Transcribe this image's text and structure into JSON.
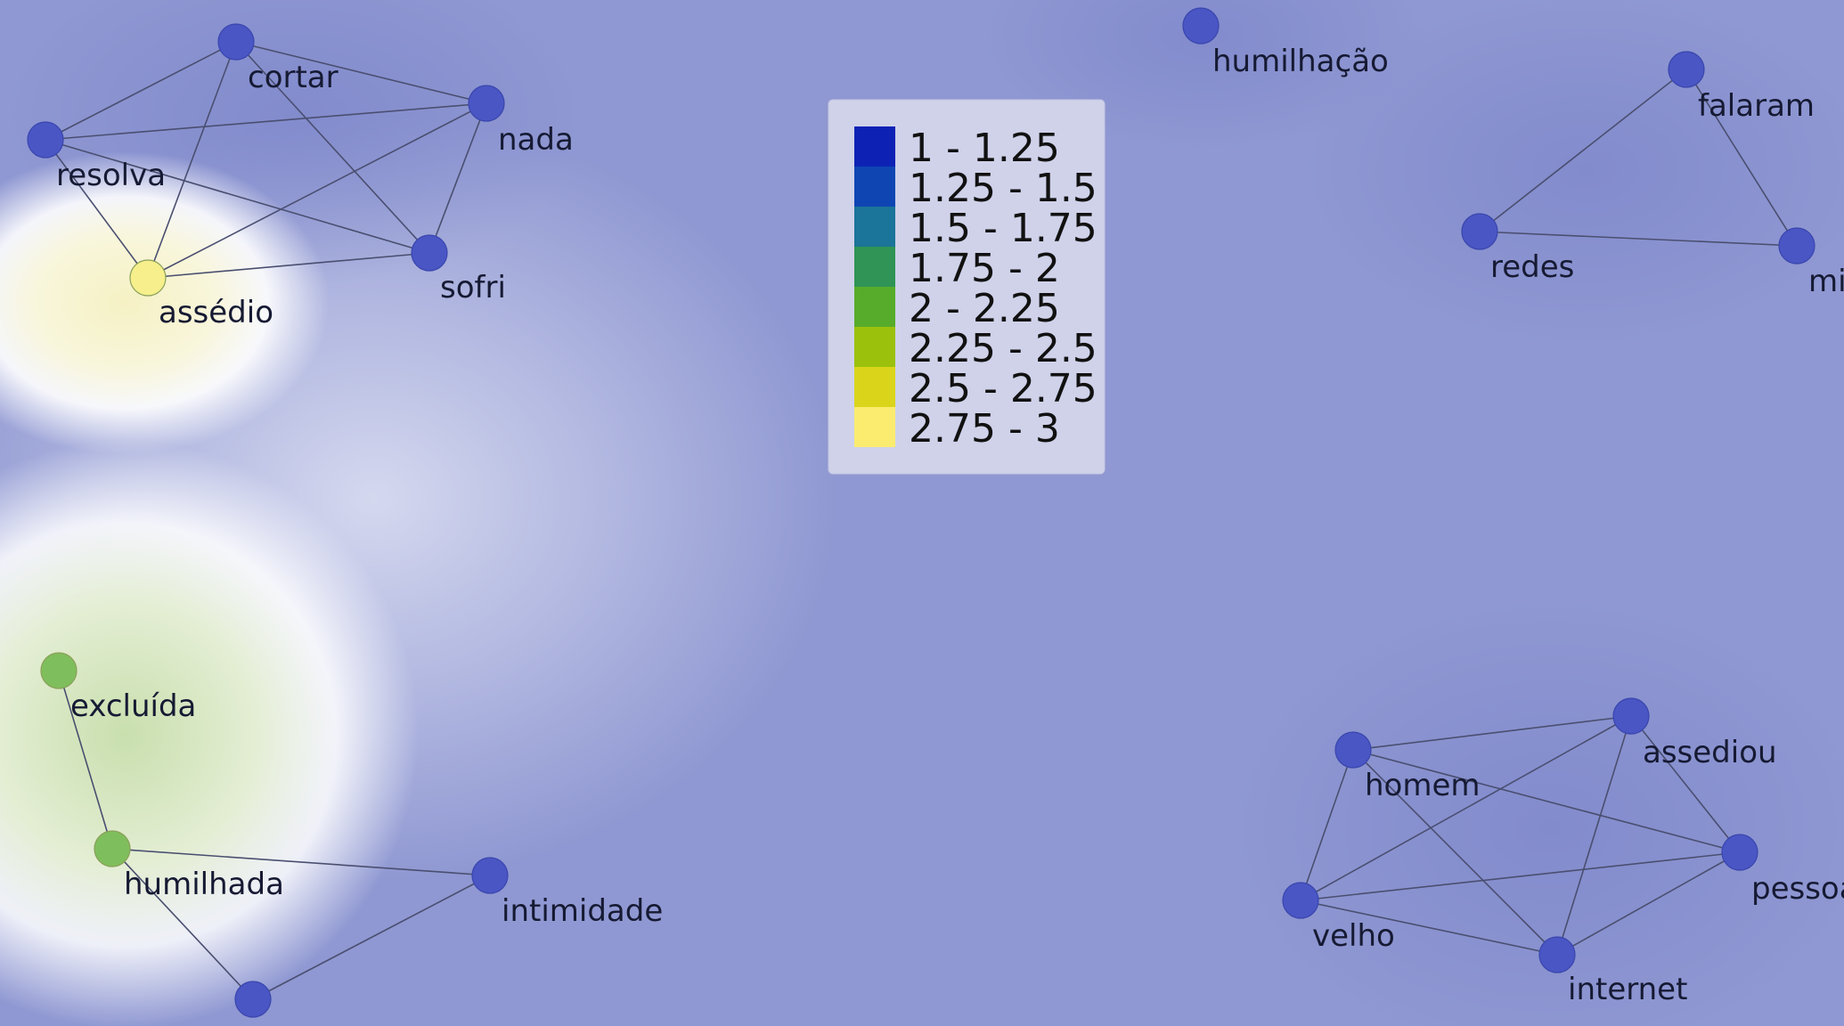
{
  "colors": {
    "background": "#8f98d2",
    "node_default": "#4956c4",
    "node_stroke": "#3a46ad",
    "edge": "#4a4f70"
  },
  "legend": {
    "entries": [
      {
        "label": "1 - 1.25",
        "color": "#0d22b5"
      },
      {
        "label": "1.25 - 1.5",
        "color": "#0e45b3"
      },
      {
        "label": "1.5 - 1.75",
        "color": "#1b7499"
      },
      {
        "label": "1.75 - 2",
        "color": "#2f9455"
      },
      {
        "label": "2 - 2.25",
        "color": "#58ac2b"
      },
      {
        "label": "2.25 - 2.5",
        "color": "#9bc10c"
      },
      {
        "label": "2.5 - 2.75",
        "color": "#dad51b"
      },
      {
        "label": "2.75 - 3",
        "color": "#fbec70"
      }
    ]
  },
  "nodes": {
    "cortar": {
      "label": "cortar"
    },
    "nada": {
      "label": "nada"
    },
    "resolva": {
      "label": "resolva"
    },
    "sofri": {
      "label": "sofri"
    },
    "assedio": {
      "label": "assédio",
      "color": "#f6ef8c"
    },
    "humilhacao": {
      "label": "humilhação"
    },
    "falaram": {
      "label": "falaram"
    },
    "redes": {
      "label": "redes"
    },
    "mi": {
      "label": "mi"
    },
    "excluida": {
      "label": "excluída",
      "color": "#7fbe5c"
    },
    "humilhada": {
      "label": "humilhada",
      "color": "#7fbe5c"
    },
    "intimidade": {
      "label": "intimidade"
    },
    "bottom_node": {
      "label": ""
    },
    "homem": {
      "label": "homem"
    },
    "assediou": {
      "label": "assediou"
    },
    "pessoa": {
      "label": "pessoa"
    },
    "velho": {
      "label": "velho"
    },
    "internet": {
      "label": "internet"
    }
  },
  "edges": [
    [
      "cortar",
      "resolva"
    ],
    [
      "cortar",
      "nada"
    ],
    [
      "cortar",
      "assedio"
    ],
    [
      "cortar",
      "sofri"
    ],
    [
      "resolva",
      "nada"
    ],
    [
      "resolva",
      "sofri"
    ],
    [
      "resolva",
      "assedio"
    ],
    [
      "nada",
      "assedio"
    ],
    [
      "nada",
      "sofri"
    ],
    [
      "assedio",
      "sofri"
    ],
    [
      "falaram",
      "redes"
    ],
    [
      "falaram",
      "mi"
    ],
    [
      "redes",
      "mi"
    ],
    [
      "excluida",
      "humilhada"
    ],
    [
      "humilhada",
      "intimidade"
    ],
    [
      "humilhada",
      "bottom_node"
    ],
    [
      "intimidade",
      "bottom_node"
    ],
    [
      "homem",
      "assediou"
    ],
    [
      "homem",
      "pessoa"
    ],
    [
      "homem",
      "velho"
    ],
    [
      "homem",
      "internet"
    ],
    [
      "assediou",
      "pessoa"
    ],
    [
      "assediou",
      "velho"
    ],
    [
      "assediou",
      "internet"
    ],
    [
      "pessoa",
      "velho"
    ],
    [
      "pessoa",
      "internet"
    ],
    [
      "velho",
      "internet"
    ]
  ]
}
